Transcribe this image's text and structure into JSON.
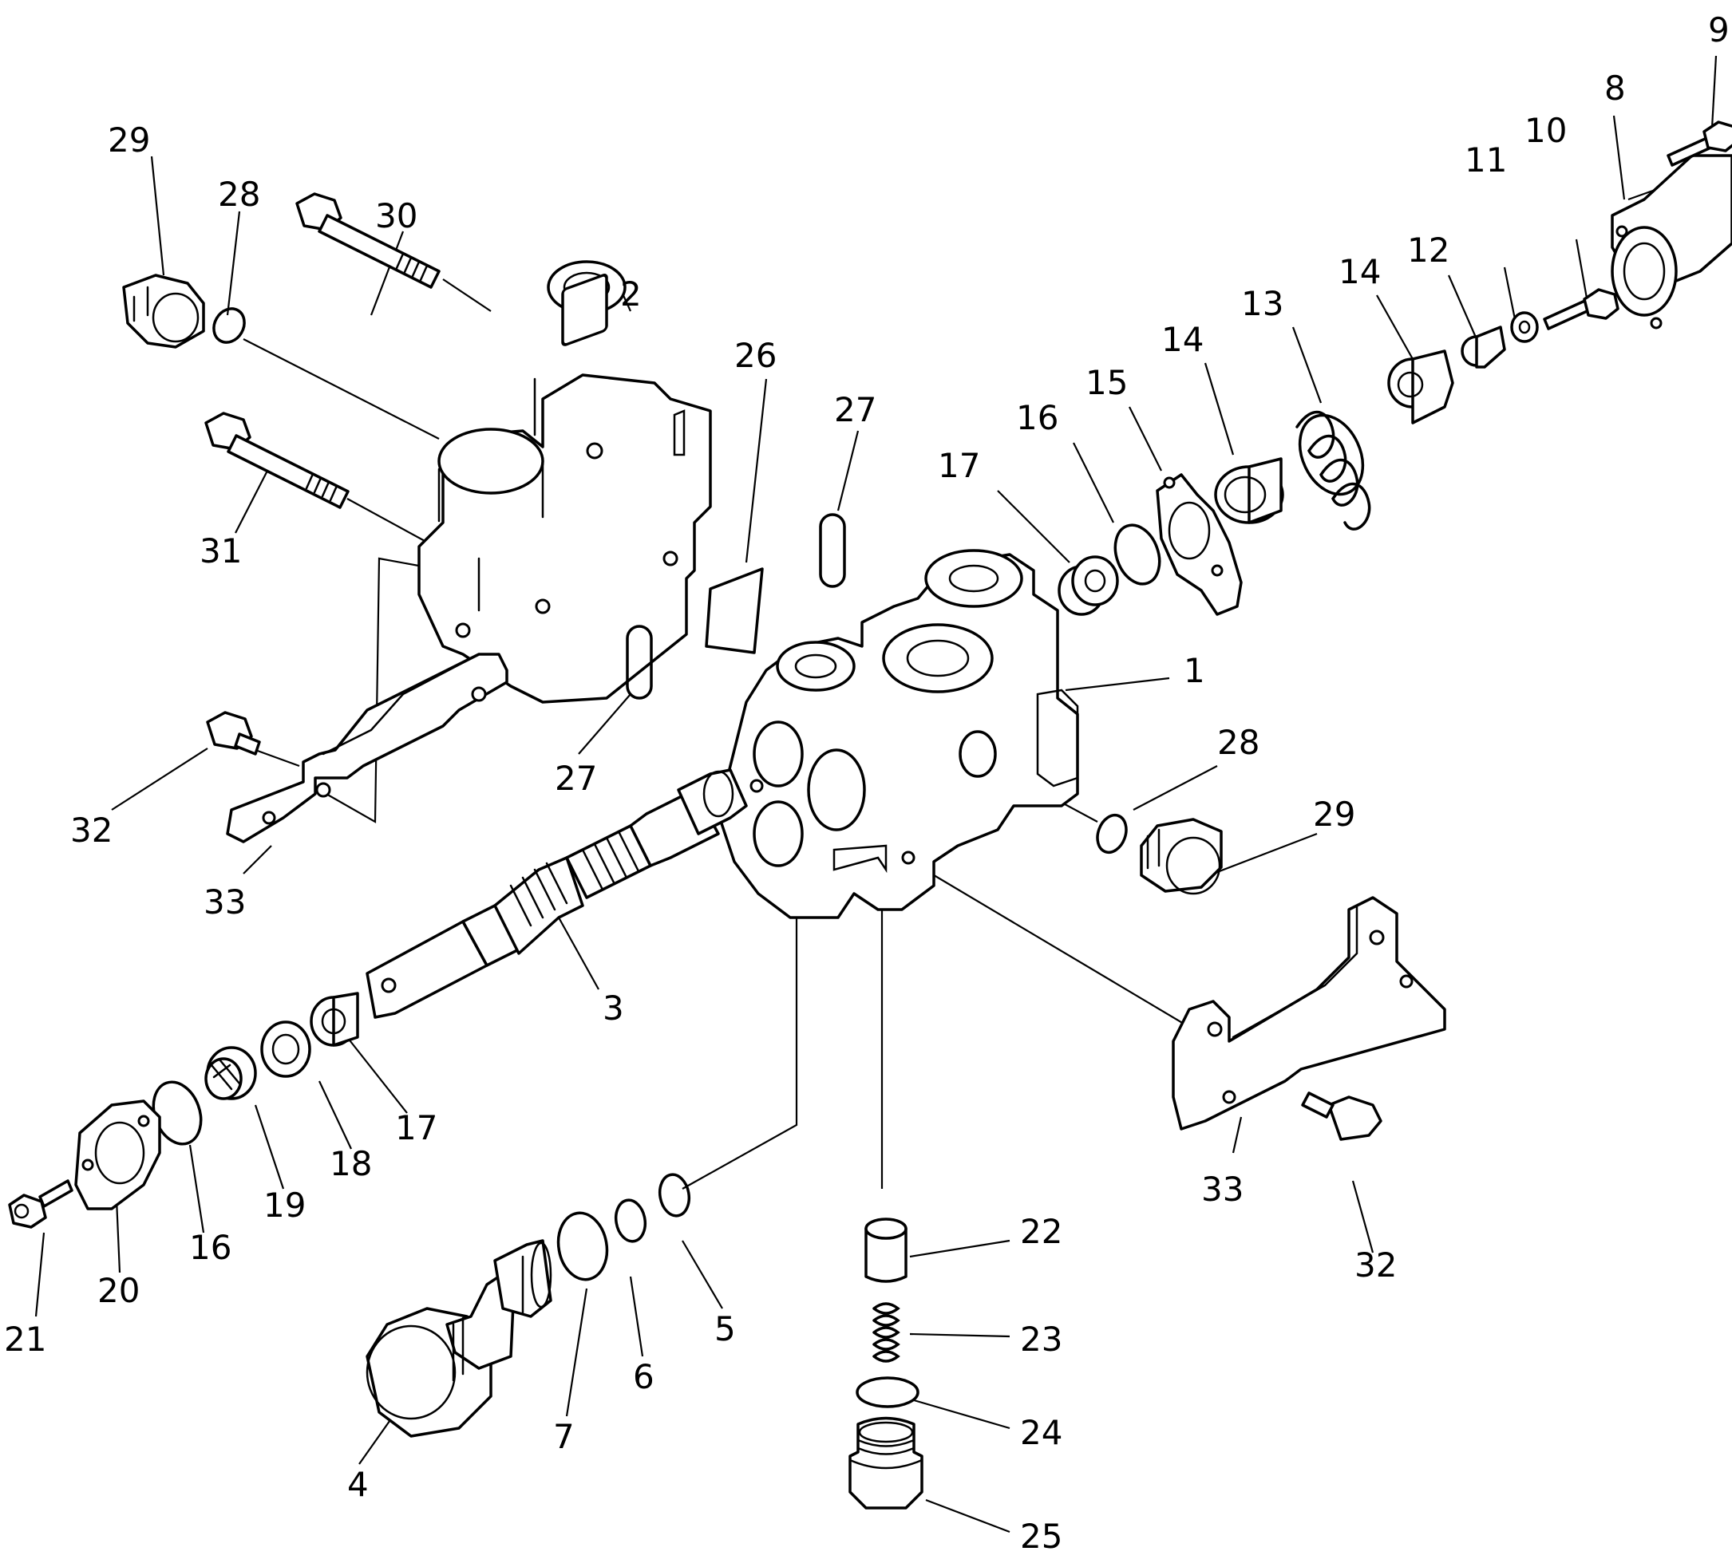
{
  "callouts": {
    "c1": "1",
    "c2": "2",
    "c3": "3",
    "c4": "4",
    "c5": "5",
    "c6": "6",
    "c7": "7",
    "c8": "8",
    "c9": "9",
    "c10": "10",
    "c11": "11",
    "c12": "12",
    "c13": "13",
    "c14a": "14",
    "c14b": "14",
    "c15": "15",
    "c16a": "16",
    "c16b": "16",
    "c17a": "17",
    "c17b": "17",
    "c18": "18",
    "c19": "19",
    "c20": "20",
    "c21": "21",
    "c22": "22",
    "c23": "23",
    "c24": "24",
    "c25": "25",
    "c26": "26",
    "c27a": "27",
    "c27b": "27",
    "c28a": "28",
    "c28b": "28",
    "c29a": "29",
    "c29b": "29",
    "c30": "30",
    "c31": "31",
    "c32a": "32",
    "c32b": "32",
    "c33a": "33",
    "c33b": "33"
  }
}
